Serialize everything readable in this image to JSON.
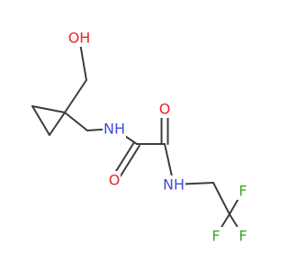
{
  "molecule": {
    "colors": {
      "bond": "#3c3c3c",
      "oxygen": "#e8252b",
      "nitrogen": "#3d4ed6",
      "fluorine": "#45a036"
    },
    "atoms": {
      "hydroxyl": {
        "text": "OH",
        "element": "O"
      },
      "amide_nh_left": {
        "text": "NH",
        "element": "N"
      },
      "carbonyl_o_left": {
        "text": "O",
        "element": "O"
      },
      "carbonyl_o_right": {
        "text": "O",
        "element": "O"
      },
      "amide_nh_right": {
        "text": "NH",
        "element": "N"
      },
      "fluorine_1": {
        "text": "F",
        "element": "F"
      },
      "fluorine_2": {
        "text": "F",
        "element": "F"
      },
      "fluorine_3": {
        "text": "F",
        "element": "F"
      }
    }
  }
}
